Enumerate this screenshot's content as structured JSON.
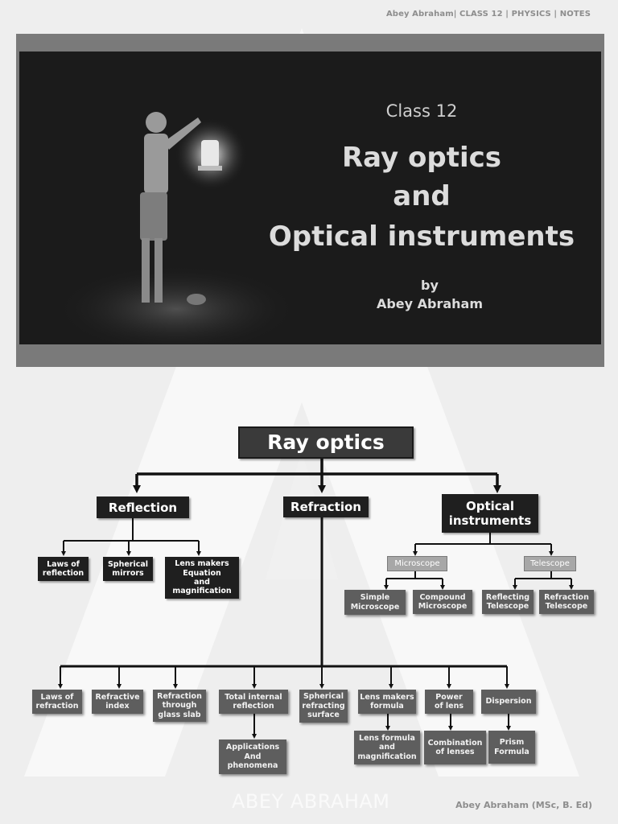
{
  "header": "Abey Abraham| CLASS 12 | PHYSICS | NOTES",
  "banner": {
    "class_label": "Class 12",
    "title_line1": "Ray optics",
    "title_line2": "and",
    "title_line3": "Optical instruments",
    "by": "by",
    "author": "Abey Abraham"
  },
  "mindmap": {
    "root": "Ray optics",
    "reflection": {
      "label": "Reflection",
      "children": [
        "Laws of\nreflection",
        "Spherical\nmirrors",
        "Lens makers\nEquation\nand\nmagnification"
      ]
    },
    "refraction": {
      "label": "Refraction",
      "children": [
        "Laws of\nrefraction",
        "Refractive\nindex",
        "Refraction\nthrough\nglass slab",
        "Total  internal\nreflection",
        "Spherical\nrefracting\nsurface",
        "Lens makers\nformula",
        "Power\nof  lens",
        "Dispersion"
      ],
      "sub_children": {
        "tir": "Applications\nAnd\nphenomena",
        "lens_makers": "Lens formula\nand\nmagnification",
        "power": "Combination\nof lenses",
        "dispersion": "Prism\nFormula"
      }
    },
    "optical": {
      "label": "Optical\ninstruments",
      "microscope": {
        "label": "Microscope",
        "children": [
          "Simple\nMicroscope",
          "Compound\nMicroscope"
        ]
      },
      "telescope": {
        "label": "Telescope",
        "children": [
          "Reflecting\nTelescope",
          "Refraction\nTelescope"
        ]
      }
    }
  },
  "footer": {
    "brand": "ABEY ABRAHAM",
    "credit": "Abey Abraham (MSc, B. Ed)"
  }
}
